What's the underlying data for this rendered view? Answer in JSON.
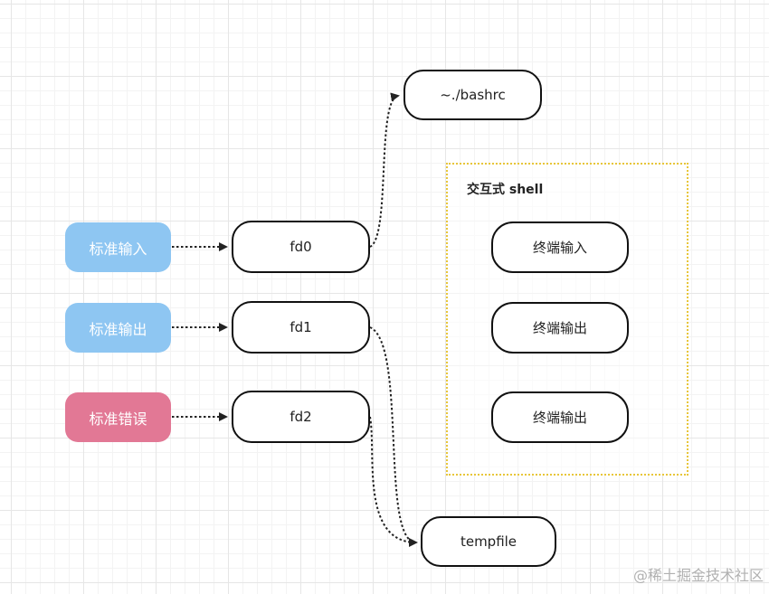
{
  "colors": {
    "stdin_fill": "#8ec6f2",
    "stdout_fill": "#8ec6f2",
    "stderr_fill": "#e27895",
    "node_border": "#111111",
    "group_border": "#e8c63a",
    "edge": "#222222"
  },
  "streams": [
    {
      "id": "stdin",
      "label": "标准输入"
    },
    {
      "id": "stdout",
      "label": "标准输出"
    },
    {
      "id": "stderr",
      "label": "标准错误"
    }
  ],
  "fds": [
    {
      "id": "fd0",
      "label": "fd0"
    },
    {
      "id": "fd1",
      "label": "fd1"
    },
    {
      "id": "fd2",
      "label": "fd2"
    }
  ],
  "bashrc": {
    "label": "~./bashrc"
  },
  "tempfile": {
    "label": "tempfile"
  },
  "shell_group": {
    "title": "交互式 shell",
    "terminals": [
      {
        "label": "终端输入"
      },
      {
        "label": "终端输出"
      },
      {
        "label": "终端输出"
      }
    ]
  },
  "edges": [
    {
      "from": "标准输入",
      "to": "fd0"
    },
    {
      "from": "标准输出",
      "to": "fd1"
    },
    {
      "from": "标准错误",
      "to": "fd2"
    },
    {
      "from": "fd0",
      "to": "~./bashrc"
    },
    {
      "from": "fd1",
      "to": "tempfile"
    },
    {
      "from": "fd2",
      "to": "tempfile"
    }
  ],
  "watermark": "@稀土掘金技术社区"
}
